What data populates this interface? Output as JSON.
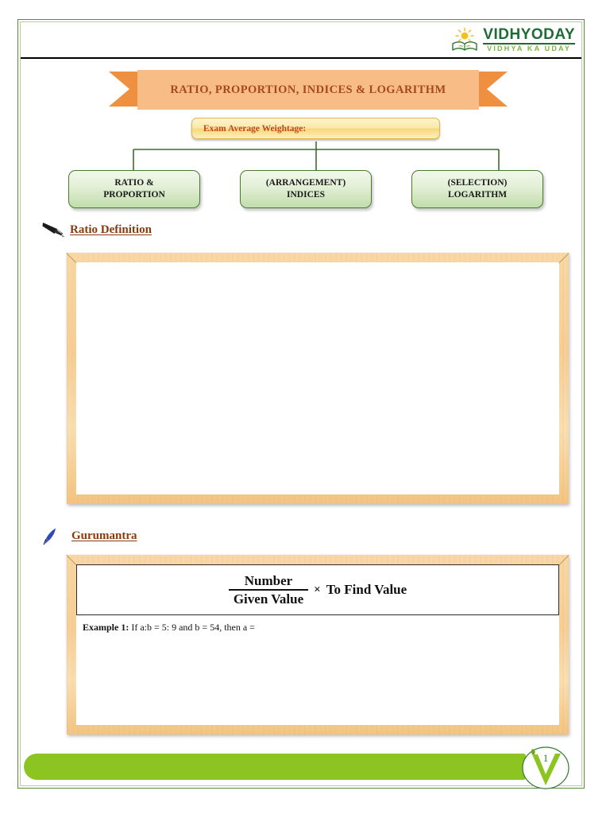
{
  "header": {
    "logo_icon": "sun-over-book-icon",
    "brand_title": "VIDHYODAY",
    "brand_tagline": "VIDHYA KA UDAY",
    "brand_color": "#1f6b36",
    "tagline_color": "#7fb23f"
  },
  "ribbon": {
    "title": "RATIO, PROPORTION, INDICES & LOGARITHM",
    "band_color": "#f8bd86",
    "wing_color": "#ef9040",
    "text_color": "#a8481b"
  },
  "weightage": {
    "label": "Exam Average Weightage:",
    "text_color": "#c4441c",
    "border_color": "#e0b54b"
  },
  "topic_boxes": [
    {
      "line1": "RATIO &",
      "line2": "PROPORTION"
    },
    {
      "line1": "(ARRANGEMENT)",
      "line2": "INDICES"
    },
    {
      "line1": "(SELECTION)",
      "line2": "LOGARITHM"
    }
  ],
  "topic_box_style": {
    "border_color": "#4b7a2e",
    "fill_top": "#f2f8ec",
    "fill_bottom": "#c2ddab"
  },
  "sections": [
    {
      "icon": "pen-nib-icon",
      "title": "Ratio Definition",
      "title_color": "#8a3a10",
      "content": ""
    },
    {
      "icon": "blue-quill-icon",
      "title": "Gurumantra",
      "title_color": "#8a3a10"
    }
  ],
  "formula": {
    "numerator": "Number",
    "denominator": "Given Value",
    "operator": "×",
    "right_term": "To Find Value"
  },
  "example": {
    "label": "Example 1:",
    "text": " If a:b = 5: 9 and b = 54, then a ="
  },
  "footer": {
    "page_number": "1",
    "bar_color": "#8cc422",
    "badge_icon": "v-leaf-logo-icon"
  }
}
